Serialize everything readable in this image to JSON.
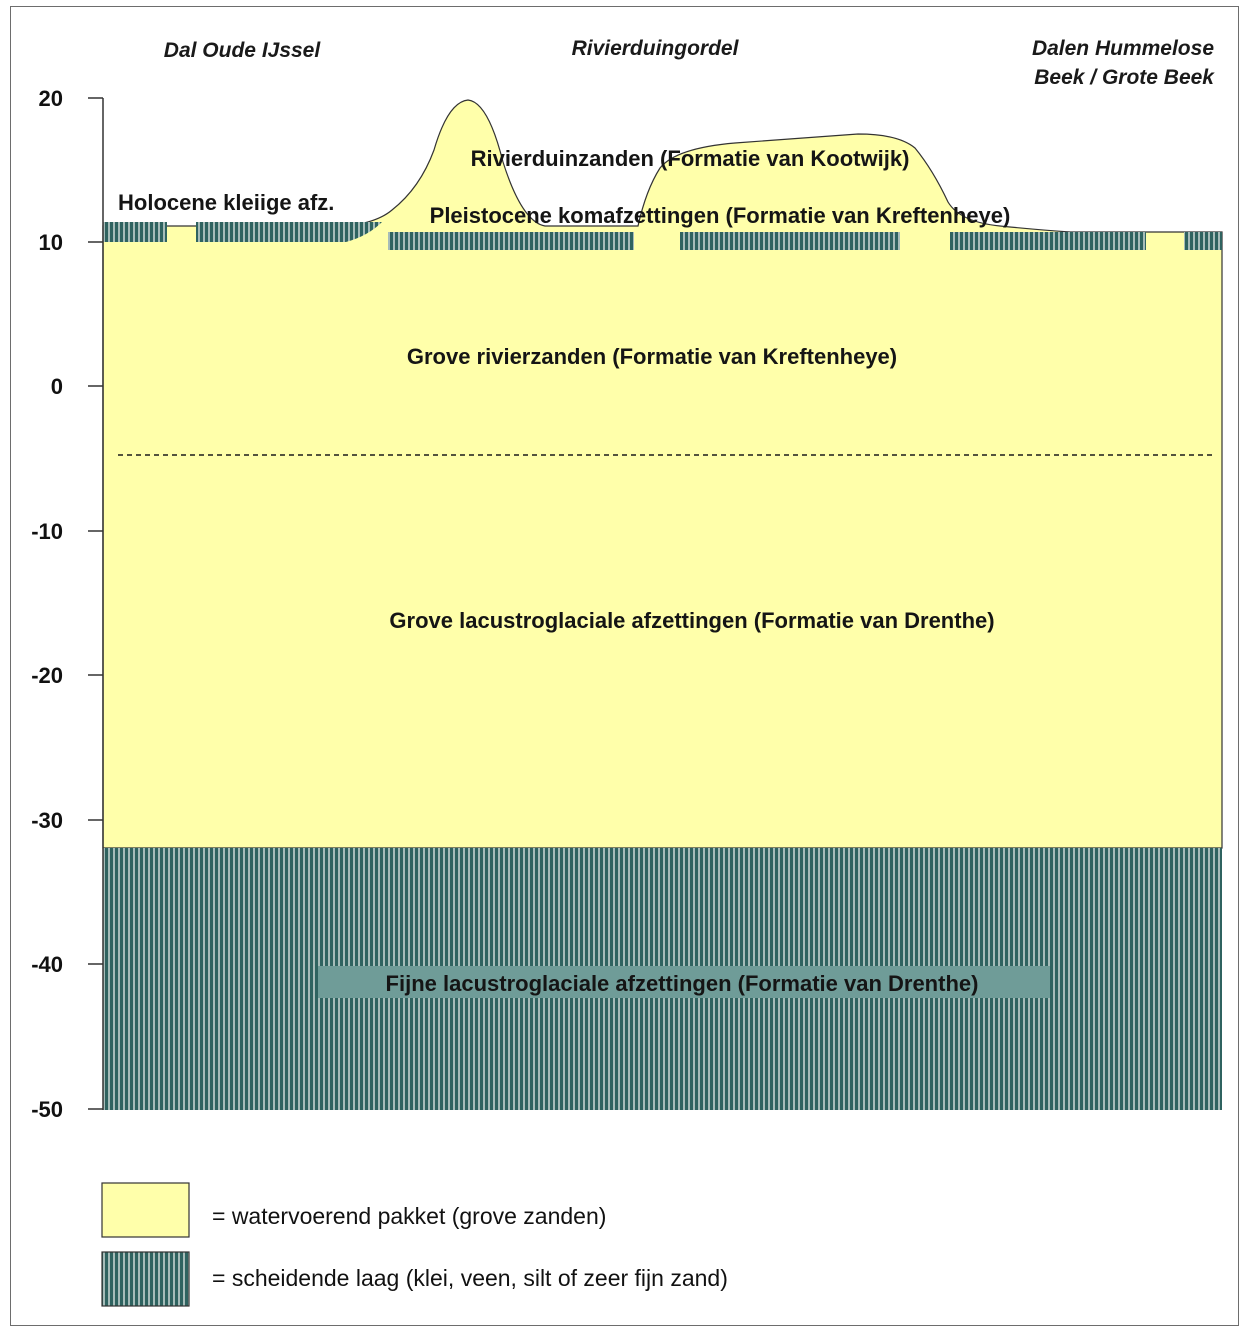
{
  "regions": {
    "left": "Dal Oude IJssel",
    "center": "Rivierduingordel",
    "right_line1": "Dalen Hummelose",
    "right_line2": "Beek / Grote Beek"
  },
  "y_axis": {
    "ticks": [
      "20",
      "10",
      "0",
      "-10",
      "-20",
      "-30",
      "-40",
      "-50"
    ]
  },
  "layers": {
    "holocene": "Holocene kleiige afz.",
    "rivierduinzanden": "Rivierduinzanden (Formatie van Kootwijk)",
    "pleistocene": "Pleistocene komafzettingen (Formatie van Kreftenheye)",
    "grove_rivierzanden": "Grove rivierzanden (Formatie van Kreftenheye)",
    "grove_lacustro": "Grove lacustroglaciale afzettingen (Formatie van Drenthe)",
    "fijne_lacustro": "Fijne lacustroglaciale afzettingen (Formatie van Drenthe)"
  },
  "legend": {
    "aquifer": "= watervoerend pakket (grove zanden)",
    "separating": "= scheidende laag (klei, veen, silt of zeer fijn zand)"
  },
  "colors": {
    "sand": "#ffffaa",
    "clay": "#2f6360",
    "stripe": "#a6bcb9"
  }
}
